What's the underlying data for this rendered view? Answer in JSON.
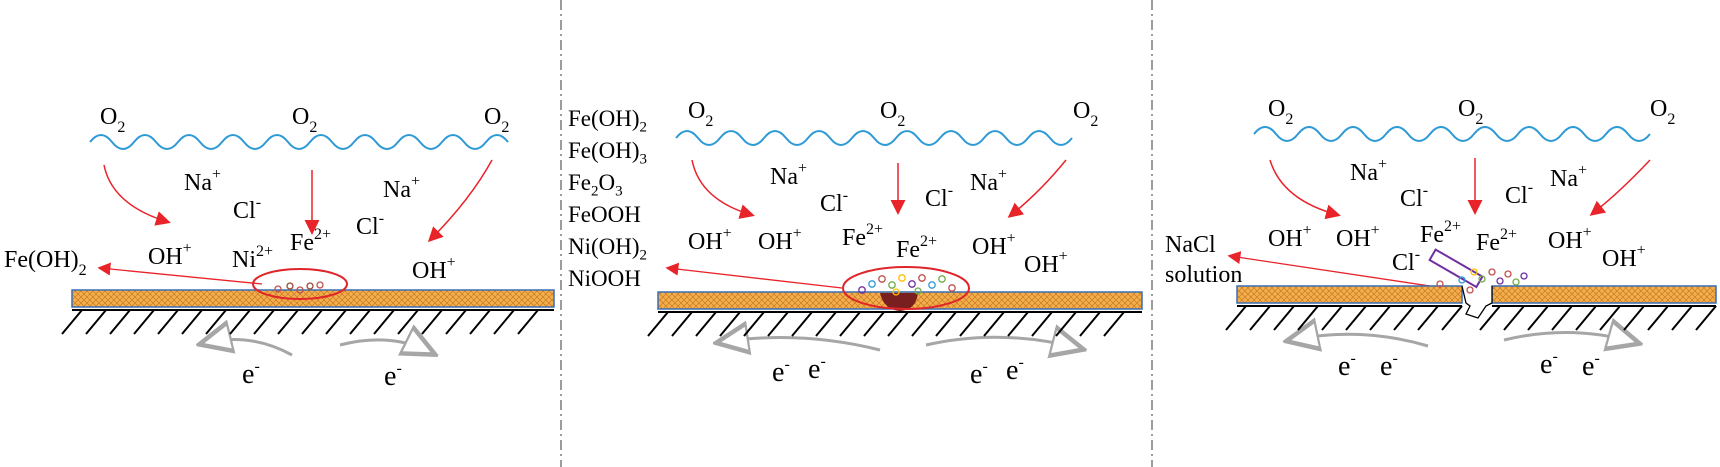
{
  "panels": [
    {
      "id": "p1",
      "o2": [
        "O",
        "O",
        "O"
      ],
      "o2_sub": "2",
      "na_labels": [
        {
          "base": "Na",
          "sup": "+"
        },
        {
          "base": "Na",
          "sup": "+"
        }
      ],
      "cl_labels": [
        {
          "base": "Cl",
          "sup": "-"
        },
        {
          "base": "Cl",
          "sup": "-"
        }
      ],
      "oh_labels": [
        {
          "base": "OH",
          "sup": "+"
        },
        {
          "base": "OH",
          "sup": "+"
        }
      ],
      "fe_labels": [
        {
          "base": "Fe",
          "sup": "2+"
        }
      ],
      "ni_labels": [
        {
          "base": "Ni",
          "sup": "2+"
        }
      ],
      "product": {
        "base": "Fe(OH)",
        "sub": "2"
      },
      "electron": [
        "e",
        "e"
      ],
      "electron_sup": "-"
    },
    {
      "id": "p2",
      "o2": [
        "O",
        "O",
        "O"
      ],
      "o2_sub": "2",
      "na_labels": [
        {
          "base": "Na",
          "sup": "+"
        },
        {
          "base": "Na",
          "sup": "+"
        }
      ],
      "cl_labels": [
        {
          "base": "Cl",
          "sup": "-"
        },
        {
          "base": "Cl",
          "sup": "-"
        }
      ],
      "oh_labels": [
        {
          "base": "OH",
          "sup": "+"
        },
        {
          "base": "OH",
          "sup": "+"
        },
        {
          "base": "OH",
          "sup": "+"
        },
        {
          "base": "OH",
          "sup": "+"
        }
      ],
      "fe_labels": [
        {
          "base": "Fe",
          "sup": "2+"
        },
        {
          "base": "Fe",
          "sup": "2+"
        }
      ],
      "products": [
        {
          "base": "Fe(OH)",
          "sub": "2"
        },
        {
          "base": "Fe(OH)",
          "sub": "3"
        },
        {
          "base": "Fe",
          "sub": "2",
          "rest": "O",
          "sub2": "3"
        },
        {
          "base": "FeOOH",
          "sub": ""
        },
        {
          "base": "Ni(OH)",
          "sub": "2"
        },
        {
          "base": "NiOOH",
          "sub": ""
        }
      ],
      "electron": [
        "e",
        "e",
        "e",
        "e"
      ],
      "electron_sup": "-"
    },
    {
      "id": "p3",
      "o2": [
        "O",
        "O",
        "O"
      ],
      "o2_sub": "2",
      "na_labels": [
        {
          "base": "Na",
          "sup": "+"
        },
        {
          "base": "Na",
          "sup": "+"
        }
      ],
      "cl_labels": [
        {
          "base": "Cl",
          "sup": "-"
        },
        {
          "base": "Cl",
          "sup": "-"
        },
        {
          "base": "Cl",
          "sup": "-"
        }
      ],
      "oh_labels": [
        {
          "base": "OH",
          "sup": "+"
        },
        {
          "base": "OH",
          "sup": "+"
        },
        {
          "base": "OH",
          "sup": "+"
        },
        {
          "base": "OH",
          "sup": "+"
        }
      ],
      "fe_labels": [
        {
          "base": "Fe",
          "sup": "2+"
        },
        {
          "base": "Fe",
          "sup": "2+"
        }
      ],
      "nacl": [
        "NaCl",
        "solution"
      ],
      "electron": [
        "e",
        "e",
        "e",
        "e"
      ],
      "electron_sup": "-"
    }
  ],
  "colors": {
    "wave": "#2f9bd6",
    "arrow_red": "#e8232a",
    "coating_fill": "#f3b04a",
    "coating_border": "#3a6fb5",
    "ground": "#000000",
    "electron_arrow": "#a6a6a6",
    "ellipse": "#e0252a",
    "pit": "#7a1f1f",
    "divider": "#666666",
    "crack_outline": "#7030a0"
  }
}
